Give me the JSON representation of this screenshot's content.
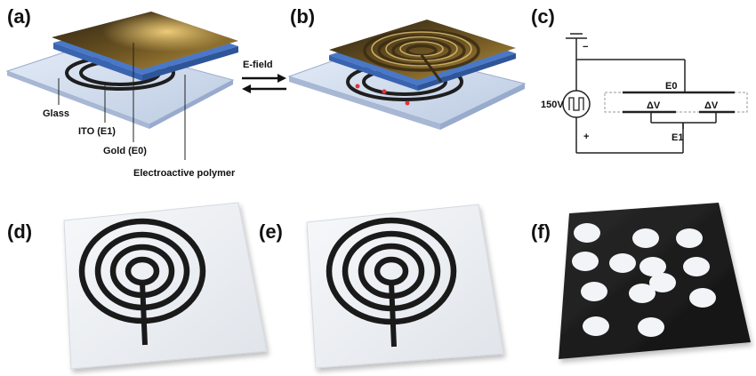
{
  "panels": {
    "a": {
      "label": "(a)"
    },
    "b": {
      "label": "(b)"
    },
    "c": {
      "label": "(c)"
    },
    "d": {
      "label": "(d)"
    },
    "e": {
      "label": "(e)"
    },
    "f": {
      "label": "(f)"
    }
  },
  "annotations": {
    "glass": "Glass",
    "ito": "ITO (E1)",
    "gold": "Gold (E0)",
    "polymer": "Electroactive polymer",
    "efield": "E-field"
  },
  "circuit": {
    "voltage": "150V",
    "top_electrode": "E0",
    "bottom_electrode": "E1",
    "delta_v": "ΔV",
    "minus": "−",
    "plus": "+"
  },
  "colors": {
    "gold": "#8a6a2a",
    "polymer": "#4a78c8",
    "glass": "#c9d6ea",
    "electrode": "#1a1a1a",
    "contact": "#e0343a"
  },
  "pattern_f": {
    "holes": 13
  }
}
